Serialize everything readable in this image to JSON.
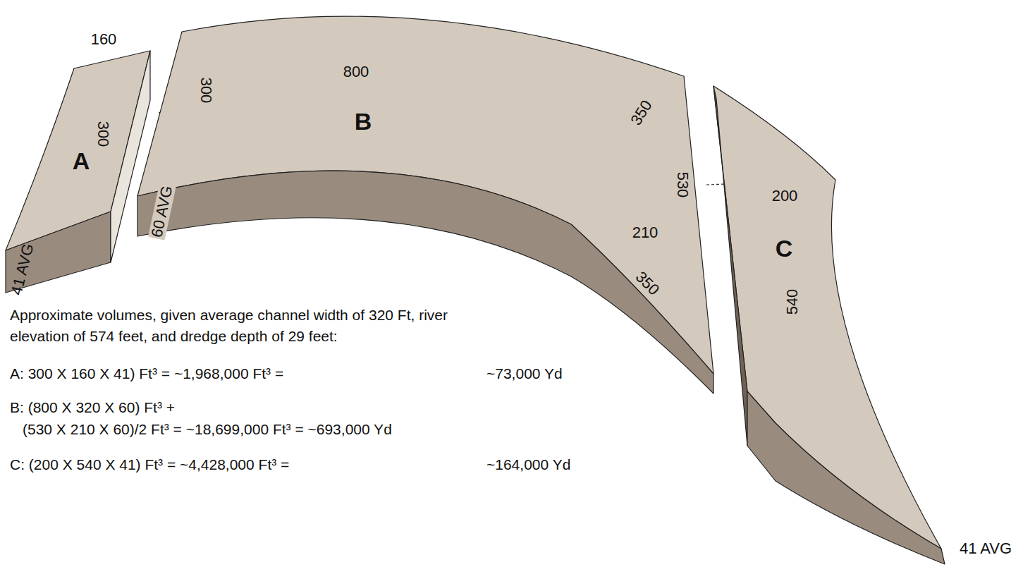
{
  "diagram": {
    "nodes": [
      {
        "text": [
          "A"
        ]
      },
      {
        "text": [
          "B"
        ]
      },
      {
        "text": [
          "C"
        ]
      }
    ],
    "labels": [
      "160",
      "300",
      "41 AVG",
      "800",
      "300",
      "60 AVG",
      "350",
      "530",
      "210",
      "350",
      "200",
      "540",
      "41 AVG",
      "Approximate volumes, given average channel width of 320 Ft, river elevation of 574 feet, and dredge depth of 29 feet:",
      "A: 300 X 160 X 41) Ft³ = ~1,968,000 Ft³ =",
      "~73,000 Yd",
      "B: (800 X 320 X 60) Ft³ +",
      "(530 X 210 X 60)/2 Ft³ = ~18,699,000 Ft³ = ~693,000 Yd",
      "C: (200 X 540 X 41) Ft³ = ~4,428,000 Ft³ =",
      "~164,000 Yd"
    ]
  }
}
